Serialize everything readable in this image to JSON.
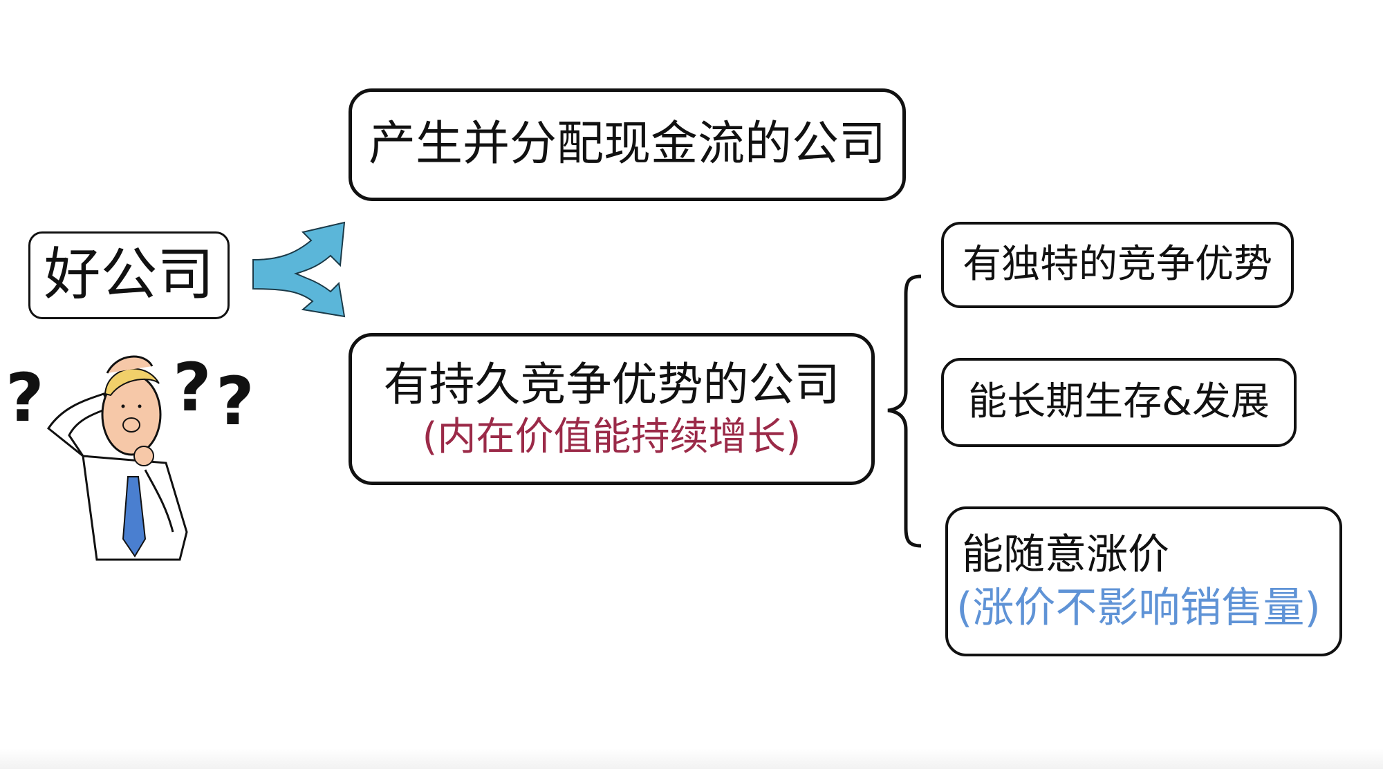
{
  "diagram": {
    "root": "好公司",
    "branch_top": "产生并分配现金流的公司",
    "branch_bottom": {
      "title": "有持久竞争优势的公司",
      "note": "(内在价值能持续增长)"
    },
    "traits": [
      {
        "title": "有独特的竞争优势"
      },
      {
        "title": "能长期生存&发展"
      },
      {
        "title": "能随意涨价",
        "note": "(涨价不影响销售量)"
      }
    ],
    "question_marks": [
      "?",
      "?",
      "?"
    ]
  },
  "colors": {
    "arrow": "#5bb6d9",
    "note_red": "#9b2a48",
    "note_blue": "#5f93d6"
  }
}
